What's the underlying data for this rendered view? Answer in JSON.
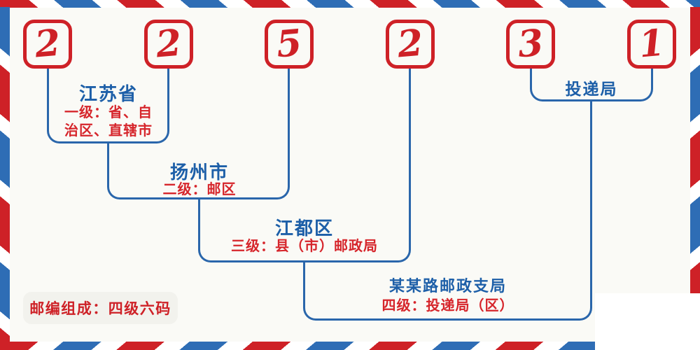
{
  "postal_code": {
    "digits": [
      "2",
      "2",
      "5",
      "2",
      "3",
      "1"
    ]
  },
  "levels": [
    {
      "place": "江苏省",
      "desc": "一级：省、自治区、直辖市"
    },
    {
      "place": "扬州市",
      "desc": "二级：邮区"
    },
    {
      "place": "江都区",
      "desc": "三级：县（市）邮政局"
    },
    {
      "place": "某某路邮政支局",
      "desc": "四级：投递局（区）"
    },
    {
      "place": "投递局",
      "desc": ""
    }
  ],
  "footer_badge": {
    "label": "邮编组成：四级六码"
  },
  "colors": {
    "stripe_red": "#ce2127",
    "stripe_blue": "#2e6db5",
    "line_blue": "#2a66ab",
    "place_text_blue": "#1d5fa8",
    "level_text_red": "#d6252b",
    "background": "#fafaf6",
    "badge_background": "#f2f2ed"
  }
}
